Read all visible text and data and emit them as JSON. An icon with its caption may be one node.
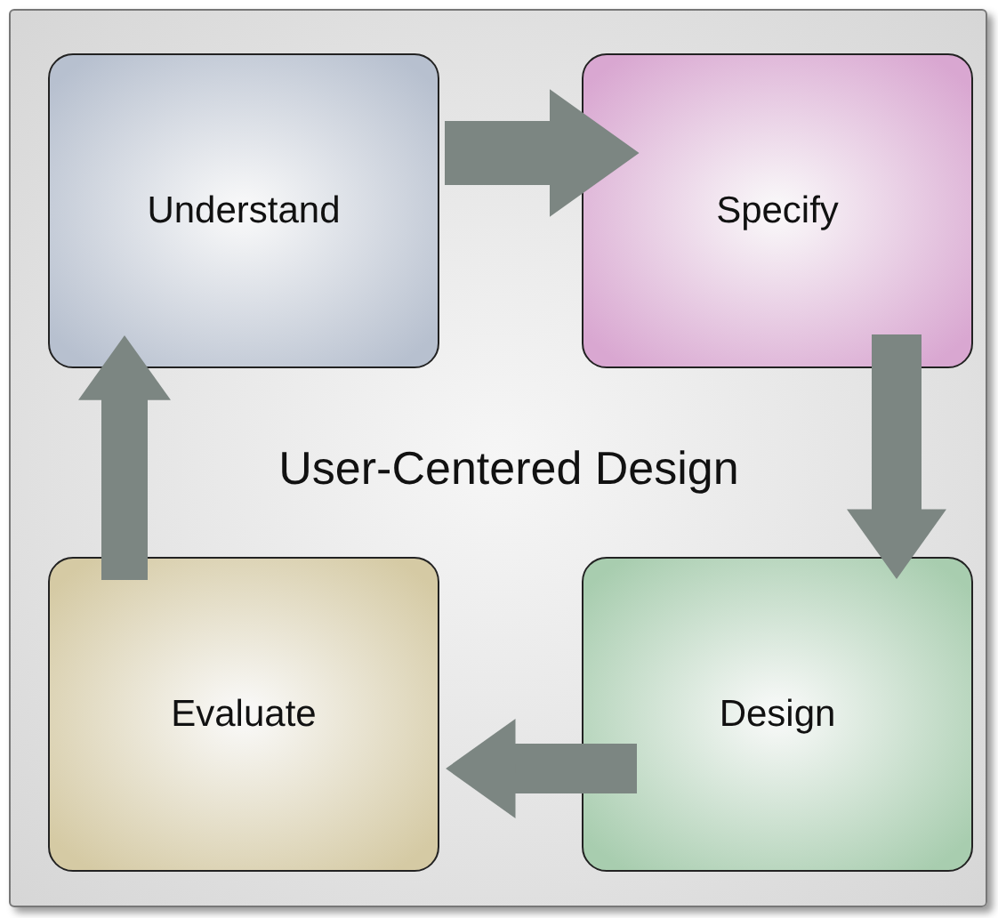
{
  "diagram": {
    "nodes": [
      {
        "text": [
          "User-Centered Design"
        ]
      },
      {
        "text": [
          "Understand"
        ],
        "in": 0
      },
      {
        "text": [
          "Specify"
        ],
        "in": 0
      },
      {
        "text": [
          "Evaluate"
        ],
        "in": 0
      },
      {
        "text": [
          "Design"
        ],
        "in": 0
      }
    ],
    "edges": [
      {
        "from": 1,
        "to": 2,
        "arrow": "to"
      },
      {
        "from": 2,
        "to": 4,
        "arrow": "to"
      },
      {
        "from": 4,
        "to": 3,
        "arrow": "to"
      },
      {
        "from": 3,
        "to": 1,
        "arrow": "to"
      }
    ]
  }
}
